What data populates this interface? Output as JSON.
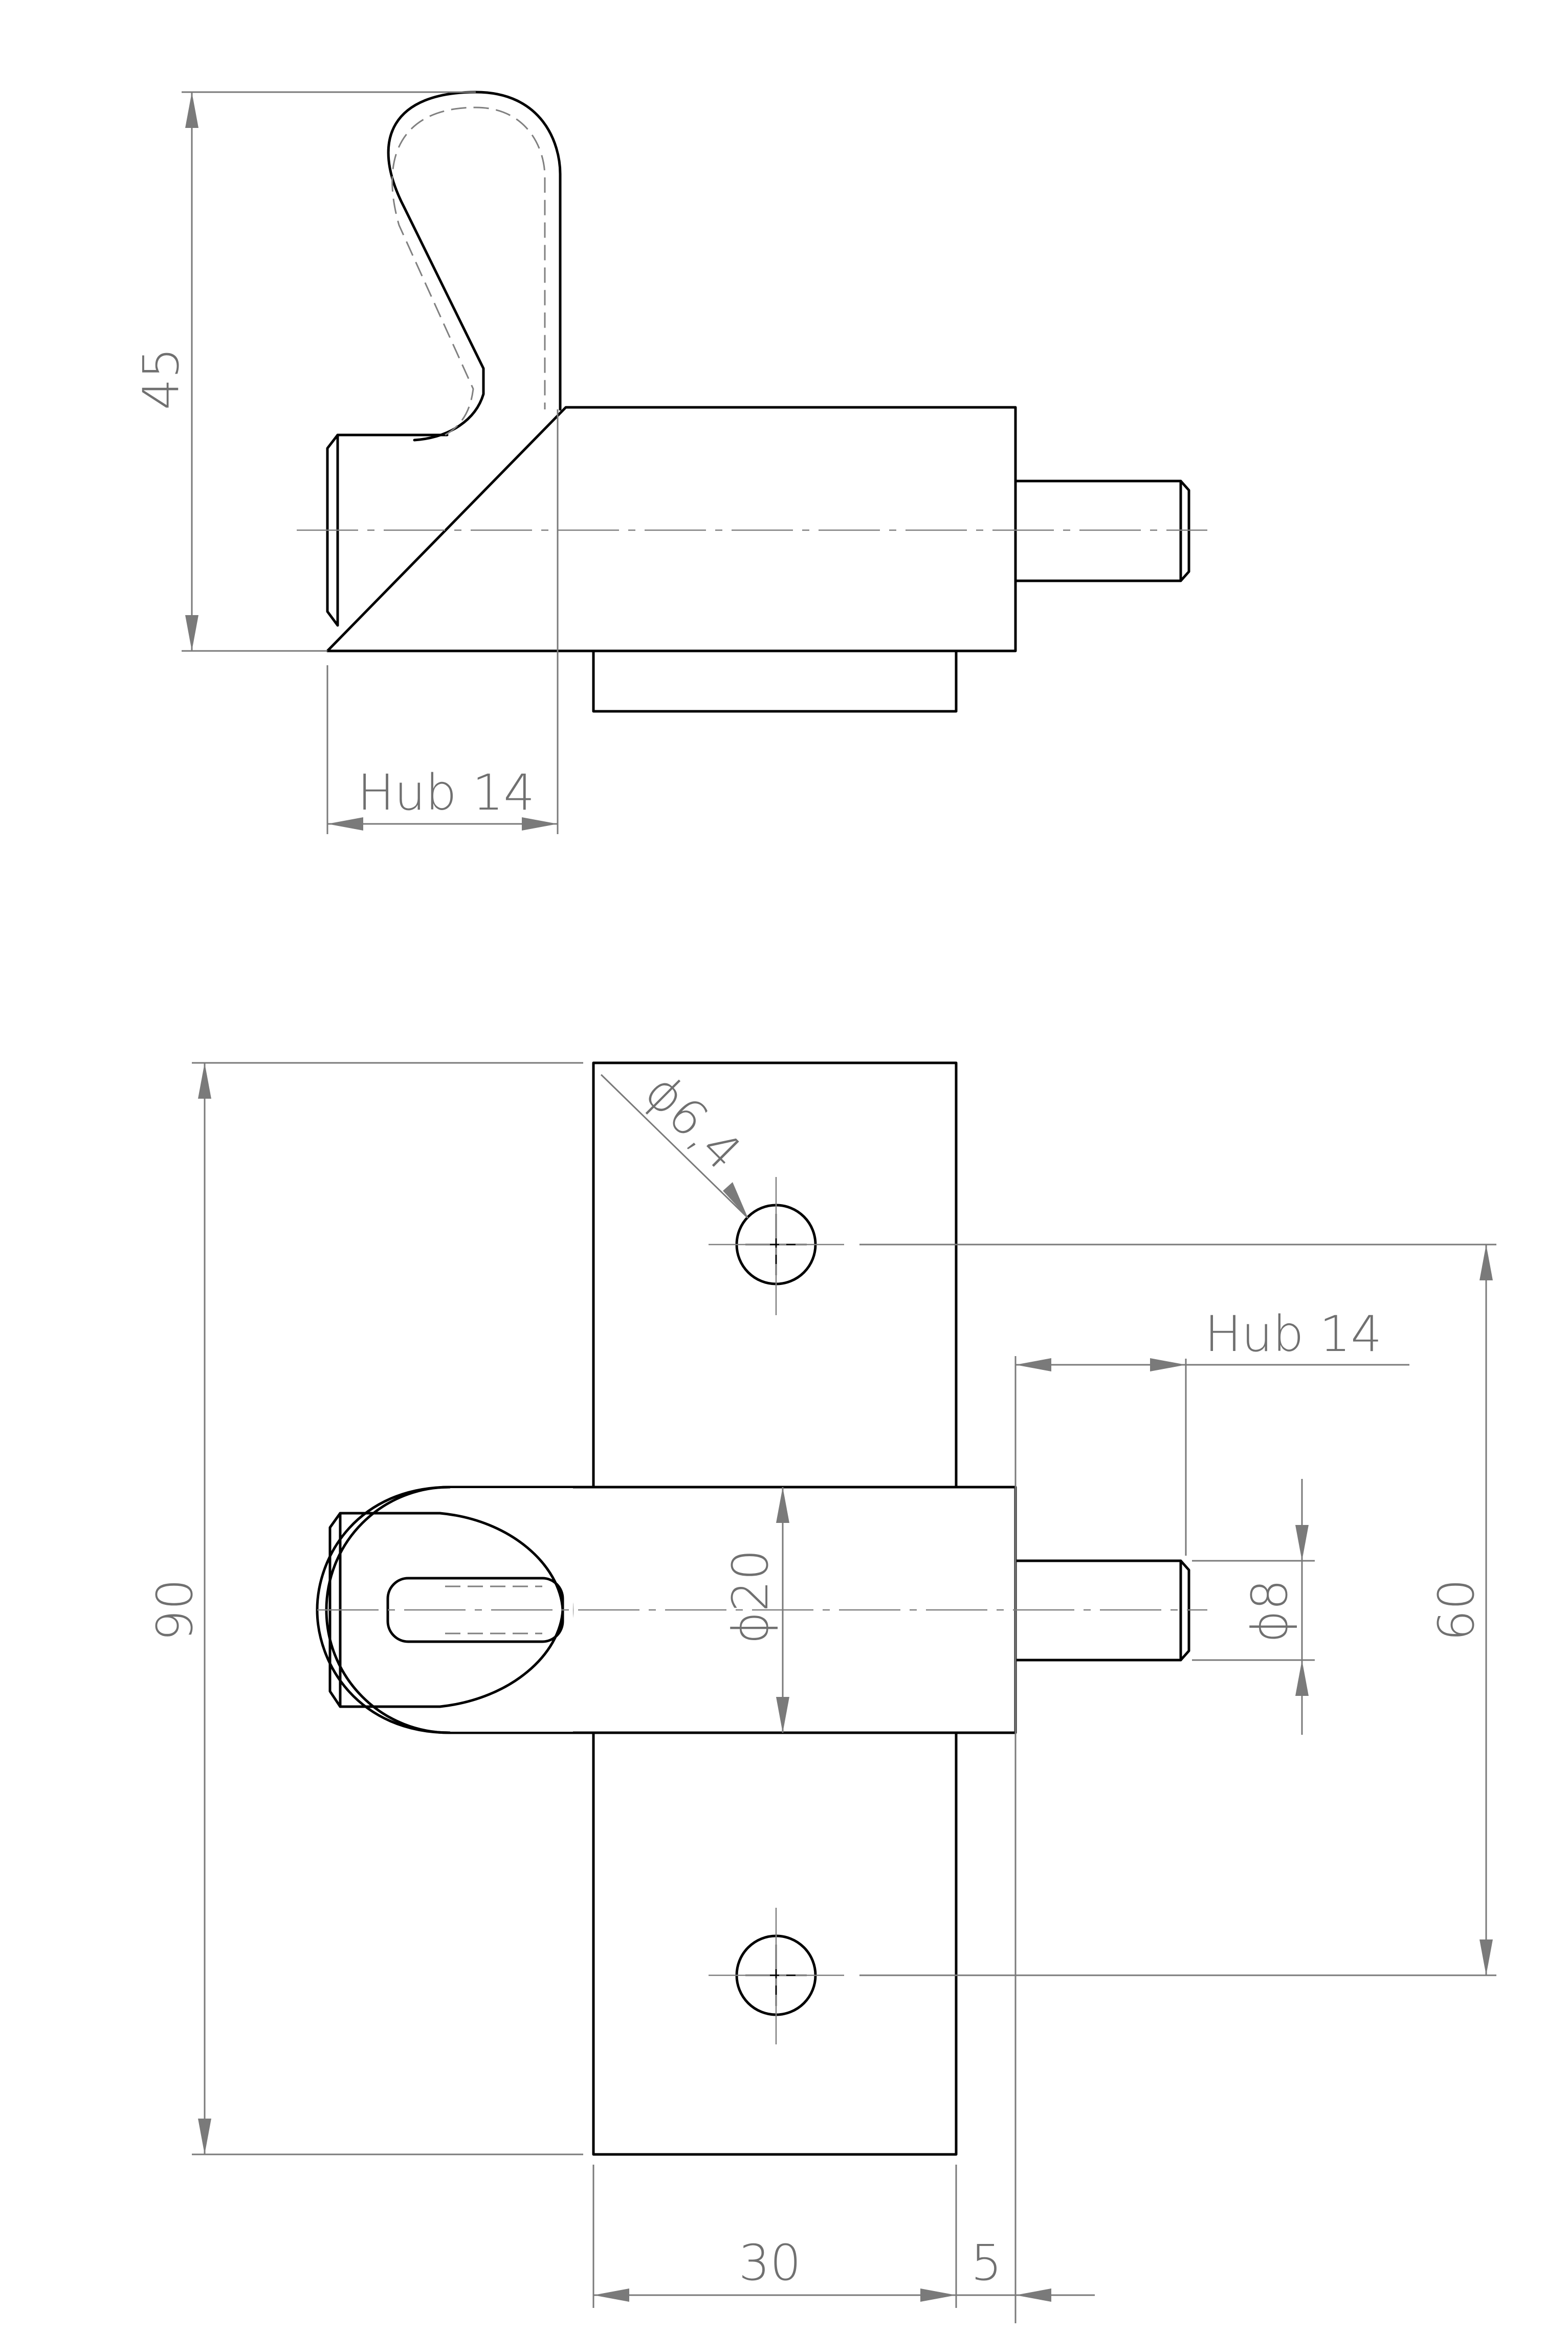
{
  "dimensions": {
    "side_height": "45",
    "side_stroke": "Hub 14",
    "plate_height": "90",
    "hole_diameter": "ϕ6,4",
    "front_stroke": "Hub 14",
    "body_diameter": "ϕ20",
    "pin_diameter": "ϕ8",
    "hole_spacing": "60",
    "plate_width": "30",
    "offset": "5"
  },
  "colors": {
    "object_line": "#000000",
    "dimension_line": "#7a7a7a",
    "dimension_text": "#707070"
  }
}
